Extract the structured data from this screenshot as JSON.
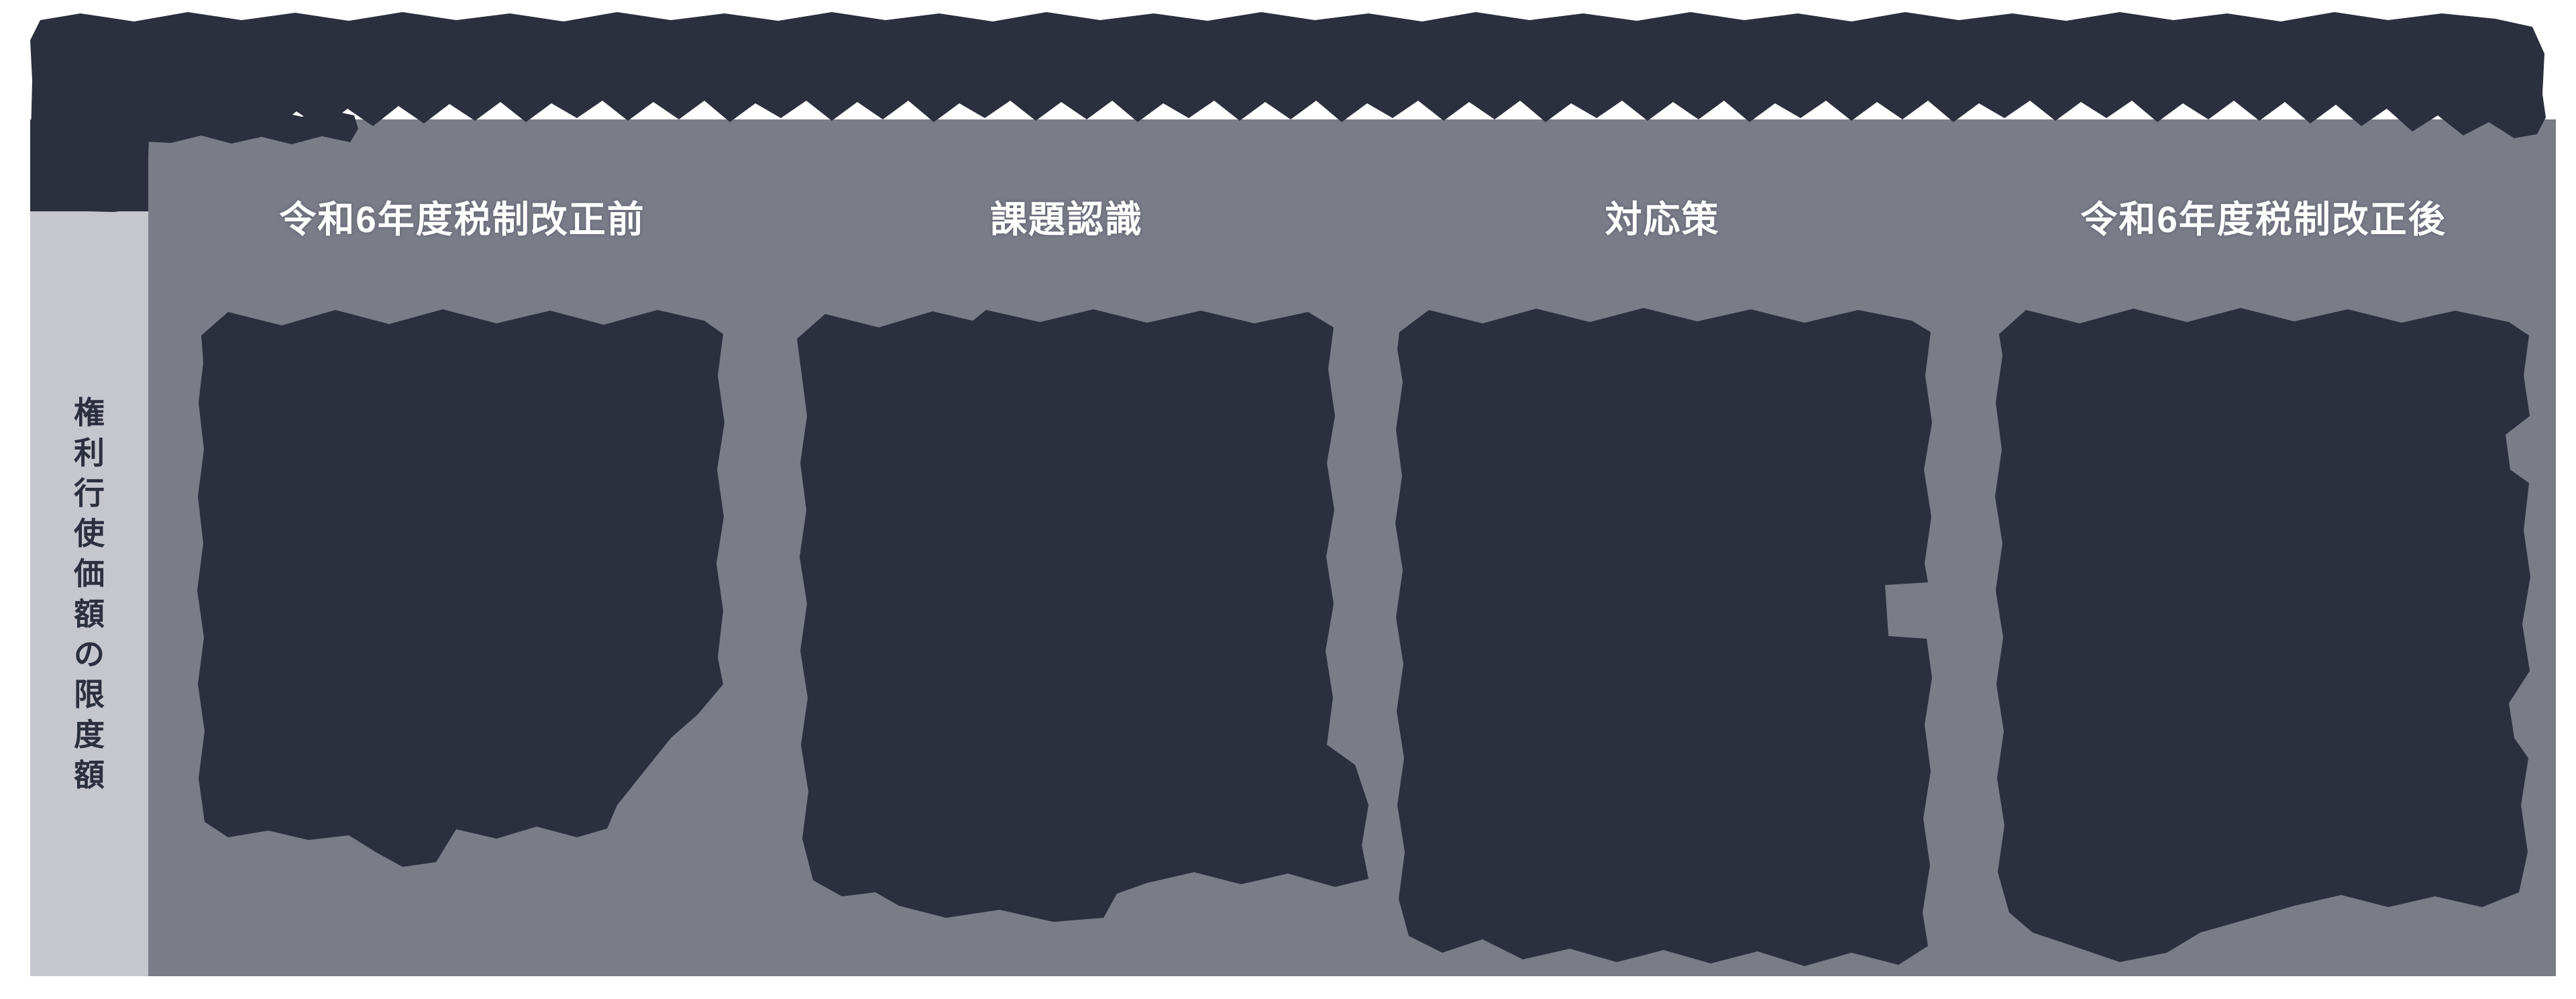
{
  "table": {
    "column_headers": [
      "令和6年度税制改正前",
      "課題認識",
      "対応策",
      "令和6年度税制改正後"
    ],
    "row_label": "権利行使価額の限度額"
  },
  "colors": {
    "ink_dark_navy": "#2c2f3e",
    "panel_background": "#7a7c88",
    "row_label_background": "#c6c6cf",
    "header_text": "#ffffff",
    "page_background": "#ffffff"
  }
}
